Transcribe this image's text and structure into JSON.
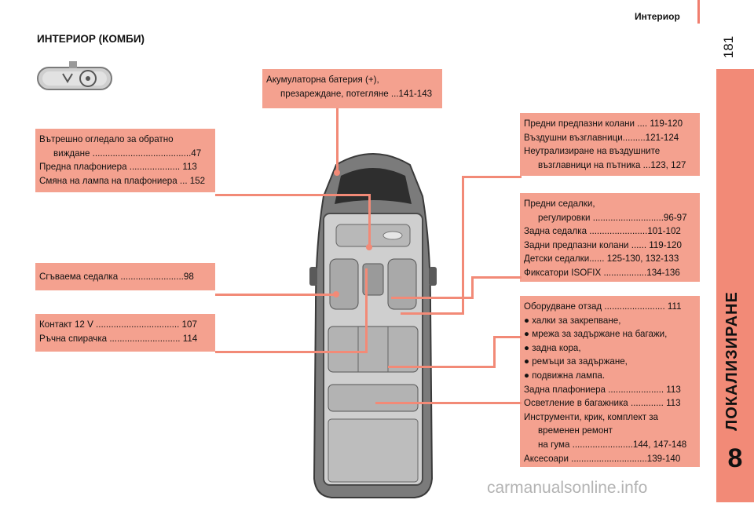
{
  "header": {
    "section": "Интериор",
    "page_number": "181"
  },
  "page_title": "ИНТЕРИОР (КОМБИ)",
  "side_tab": {
    "chapter_number": "8",
    "chapter_title": "ЛОКАЛИЗИРАНЕ"
  },
  "boxes": {
    "battery": {
      "l1": "Акумулаторна батерия (+),",
      "l2": "презареждане, потегляне ...141-143"
    },
    "mirror": {
      "l1": "Вътрешно огледало за обратно",
      "l2": "виждане .......................................47",
      "l3": "Предна плафониера .................... 113",
      "l4": "Смяна на лампа на плафониера ... 152"
    },
    "folding_seat": {
      "l1": "Сгъваема седалка .........................98"
    },
    "socket": {
      "l1": "Контакт 12 V ................................. 107",
      "l2": "Ръчна спирачка ............................ 114"
    },
    "seatbelts": {
      "l1": "Предни предпазни колани .... 119-120",
      "l2": "Въздушни възглавници.........121-124",
      "l3": "Неутрализиране на въздушните",
      "l4": "възглавници на пътника ...123, 127"
    },
    "seats": {
      "l1": "Предни седалки,",
      "l2": "регулировки ............................96-97",
      "l3": "Задна седалка .......................101-102",
      "l4": "Задни предпазни колани ...... 119-120",
      "l5": "Детски седалки...... 125-130, 132-133",
      "l6": "Фиксатори ISOFIX .................134-136"
    },
    "rear": {
      "l1": "Оборудване отзад ........................ 111",
      "l2": "● халки за закрепване,",
      "l3": "● мрежа за задържане на багажи,",
      "l4": "● задна кора,",
      "l5": "● ремъци за задържане,",
      "l6": "● подвижна лампа.",
      "l7": "Задна плафониера ...................... 113",
      "l8": "Осветление в багажника ............. 113",
      "l9": "Инструменти, крик, комплект за",
      "l10": "временен ремонт",
      "l11": "на гума ........................144, 147-148",
      "l12": "Аксесоари ..............................139-140"
    }
  },
  "watermark": "carmanualsonline.info",
  "colors": {
    "accent": "#f28a77",
    "box_fill": "#f4a18f",
    "car_body": "#8c8c8c"
  },
  "icons": {
    "mirror": "rearview-mirror-icon",
    "car": "car-top-view-icon"
  }
}
